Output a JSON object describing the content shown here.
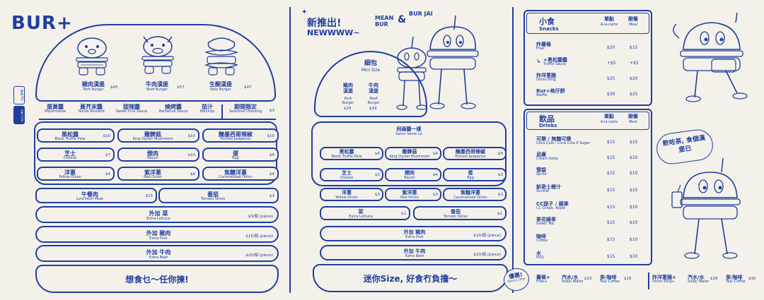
{
  "logo": "BUR+",
  "colors": {
    "ink": "#1f3e9e",
    "paper": "#f4f1ea"
  },
  "panel1": {
    "side_tab_1": "單點 Ala",
    "side_tab_2": "小食 Cale",
    "burgers": [
      {
        "zh": "豬肉漢堡",
        "en": "Pork Burger",
        "price": "$45"
      },
      {
        "zh": "牛肉漢堡",
        "en": "Beef Burger",
        "price": "$57"
      },
      {
        "zh": "生酮漢堡",
        "en": "Keto Burger",
        "price": "$47"
      }
    ],
    "sauces": [
      {
        "zh": "蛋黃醬",
        "en": "Mayonnaise"
      },
      {
        "zh": "黃芥末醬",
        "en": "Yellow Mustard"
      },
      {
        "zh": "甜辣醬",
        "en": "Sweet Chili Sauce"
      },
      {
        "zh": "燒烤醬",
        "en": "Barbecue Sauce"
      },
      {
        "zh": "茄汁",
        "en": "Ketchup"
      }
    ],
    "seasonal": {
      "zh": "期間限定",
      "en": "Seasonal Dressing",
      "price": "$3"
    },
    "toppings": [
      {
        "zh": "黑松露",
        "en": "Black Truffle Pate",
        "price": "$10"
      },
      {
        "zh": "雞髀菇",
        "en": "King Oyster Mushroom",
        "price": "$10"
      },
      {
        "zh": "醃墨西哥辣椒",
        "en": "Pickled Jalapenos",
        "price": "$10"
      },
      {
        "zh": "芝士",
        "en": "Cheese",
        "price": "$7"
      },
      {
        "zh": "煙肉",
        "en": "Bacon",
        "price": "$10"
      },
      {
        "zh": "蛋",
        "en": "Egg",
        "price": "$4"
      },
      {
        "zh": "洋蔥",
        "en": "Yellow Onion",
        "price": "$4"
      },
      {
        "zh": "紫洋蔥",
        "en": "Red Onion",
        "price": "$4"
      },
      {
        "zh": "焦糖洋蔥",
        "en": "Caramelized Onion",
        "price": "$4"
      }
    ],
    "luncheon": {
      "zh": "午餐肉",
      "en": "Luncheon Meat",
      "price": "$15"
    },
    "tomato": {
      "zh": "番茄",
      "en": "Tomato Slices",
      "price": "$3"
    },
    "extras": [
      {
        "zh": "外加 菜",
        "en": "Extra Lettuce",
        "price": "$3/個 (piece)"
      },
      {
        "zh": "外加 豬肉",
        "en": "Extra Pork",
        "price": "$15/個 (piece)"
      },
      {
        "zh": "外加 牛肉",
        "en": "Extra Beef",
        "price": "$20/個 (piece)"
      }
    ],
    "slogan": "想食乜～任你揀!"
  },
  "panel2": {
    "new_zh": "新推出!",
    "new_en": "NEWWWW~",
    "char_label_1": "MEAN BUR",
    "char_label_amp": "&",
    "char_label_2": "BUR JAI",
    "mini_zh": "細包",
    "mini_en": "Mini Size",
    "mini_pork": {
      "zh": "豬肉漢堡",
      "en": "Pork Burger",
      "price": "$25"
    },
    "mini_beef": {
      "zh": "牛肉漢堡",
      "en": "Beef Burger",
      "price": "$29"
    },
    "same_zh": "同兩醬一樣",
    "same_en": "Same Same La",
    "toppings": [
      {
        "zh": "黑松露",
        "en": "Black Truffle Pate",
        "price": "$4"
      },
      {
        "zh": "雞髀菇",
        "en": "King Oyster Mushroom",
        "price": "$4"
      },
      {
        "zh": "醃墨西哥辣椒",
        "en": "Pickled Jalapenos",
        "price": "$5"
      },
      {
        "zh": "芝士",
        "en": "Cheese",
        "price": "$3"
      },
      {
        "zh": "煙肉",
        "en": "Bacon",
        "price": "$4"
      },
      {
        "zh": "蛋",
        "en": "Egg",
        "price": "$3"
      },
      {
        "zh": "洋蔥",
        "en": "Yellow Onion",
        "price": "$3"
      },
      {
        "zh": "紫洋蔥",
        "en": "Red Onion",
        "price": "$3"
      },
      {
        "zh": "焦糖洋蔥",
        "en": "Caramelized Onion",
        "price": "$3"
      }
    ],
    "lettuce": {
      "zh": "菜",
      "en": "Extra Lettuce",
      "price": "$1"
    },
    "tomato": {
      "zh": "番茄",
      "en": "Tomato Slices",
      "price": "$1"
    },
    "extras": [
      {
        "zh": "外加 豬肉",
        "en": "Extra Pork",
        "price": "$10/個 (piece)"
      },
      {
        "zh": "外加 牛肉",
        "en": "Extra Beef",
        "price": "$10/個 (piece)"
      }
    ],
    "slogan": "迷你Size, 好食冇負擔～"
  },
  "panel3": {
    "snacks_zh": "小食",
    "snacks_en": "Snacks",
    "col_single_zh": "單點",
    "col_single_en": "A-la-carte",
    "col_meal_zh": "跟餐",
    "col_meal_en": "Meal",
    "snacks": [
      {
        "zh": "炸薯條",
        "en": "Fries",
        "p1": "$20",
        "p2": "$15"
      },
      {
        "zh": "+黑松露醬",
        "en": "Truffle Sauce",
        "p1": "+$5",
        "p2": "+$5"
      },
      {
        "zh": "炸洋蔥圈",
        "en": "Onion Ring",
        "p1": "$25",
        "p2": "$20"
      },
      {
        "zh": "Bur+格仔餅",
        "en": "Waffle",
        "p1": "$30",
        "p2": "$25"
      }
    ],
    "drinks_zh": "飲品",
    "drinks_en": "Drinks",
    "drinks": [
      {
        "zh": "可樂 / 無糖可樂",
        "en": "Coca Cola / Coca Cola 0 Sugar",
        "p1": "$15",
        "p2": "$10"
      },
      {
        "zh": "忌廉",
        "en": "Cream Soda",
        "p1": "$15",
        "p2": "$10"
      },
      {
        "zh": "雪碧",
        "en": "Sprite",
        "p1": "$15",
        "p2": "$10"
      },
      {
        "zh": "新奇士橙汁",
        "en": "Sunkist",
        "p1": "$15",
        "p2": "$10"
      },
      {
        "zh": "CC提子 / 蘋果",
        "en": "CC Grape, Apple",
        "p1": "$15",
        "p2": "$10"
      },
      {
        "zh": "茶花綠茶",
        "en": "Green Tea",
        "p1": "$15",
        "p2": "$10"
      },
      {
        "zh": "咖啡",
        "en": "Coffee",
        "p1": "$15",
        "p2": "$10"
      },
      {
        "zh": "水",
        "en": "H2O",
        "p1": "$15",
        "p2": "$10"
      }
    ],
    "bubble": "飲咗茶, 食個漢堡已",
    "offer_zh": "優惠!",
    "offer_en": "Special Offer",
    "combos": [
      {
        "zh": "薯條+",
        "en": "Fries+",
        "d_zh": "汽水/水",
        "d_en": "Soda/ Water",
        "p1": "$23",
        "t_zh": "茶/咖啡",
        "t_en": "Tea/ Coffee",
        "p2": "$18"
      },
      {
        "zh": "炸洋蔥圈+",
        "en": "Onion Ring+",
        "d_zh": "汽水/水",
        "d_en": "Soda/ Water",
        "p1": "$28",
        "t_zh": "茶/咖啡",
        "t_en": "Tea/ Coffee",
        "p2": "$30"
      }
    ]
  }
}
